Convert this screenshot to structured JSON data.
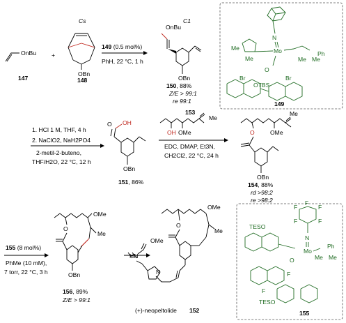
{
  "row1": {
    "comp147": {
      "substituent": "OnBu",
      "number": "147"
    },
    "plus": "+",
    "comp148": {
      "symmetry": "Cs",
      "substituent": "OBn",
      "number": "148"
    },
    "reagents": {
      "cat": "149",
      "loading": "(0.5 mol%)",
      "conditions": "PhH, 22 °C, 1 h"
    },
    "comp150": {
      "symmetry": "C1",
      "substituent_top": "OnBu",
      "substituent_bottom": "OBn",
      "number": "150",
      "yield": ", 88%",
      "ze": "Z/E > 99:1",
      "re": "re 99:1"
    },
    "cat149": {
      "N": "N",
      "Mo": "Mo",
      "Me1": "Me",
      "Me2": "Me",
      "O": "O",
      "Br1": "Br",
      "Br2": "Br",
      "OTBS": "OTBS",
      "Ph": "Ph",
      "Me3": "Me",
      "Me4": "Me",
      "number": "149"
    }
  },
  "row2": {
    "conditions": [
      "1. HCl 1 M, THF, 4 h",
      "2. NaClO2, NaH2PO4",
      "2-metil-2-buteno,",
      "THF/H2O, 22 °C, 12 h"
    ],
    "comp151": {
      "acid": "OH",
      "carbonyl": "O",
      "substituent": "OBn",
      "number": "151",
      "yield": ", 86%"
    },
    "comp153": {
      "number": "153",
      "OH": "OH",
      "OMe": "OMe",
      "Me": "Me"
    },
    "esterification": [
      "EDC, DMAP, Et3N,",
      "CH2Cl2, 22 °C, 24 h"
    ],
    "comp154": {
      "number": "154",
      "yield": ", 88%",
      "rd": "rd >98:2",
      "re": "re >98:2",
      "OMe": "OMe",
      "Me": "Me",
      "O": "O",
      "OBn": "OBn"
    }
  },
  "row3": {
    "reagents": {
      "cat": "155",
      "loading": "(8 mol%)",
      "solvent": "PhMe (10 mM),",
      "conditions": "7 torr, 22 °C, 3 h"
    },
    "comp156": {
      "number": "156",
      "yield": ", 89%",
      "ze": "Z/E > 99:1",
      "OMe": "OMe",
      "Me": "Me",
      "O": "O",
      "OBn": "OBn"
    },
    "neopeltolide": {
      "name": "(+)-neopeltolide",
      "number": "152",
      "OMe_top": "OMe",
      "Me": "Me",
      "OMe_carb": "OMe",
      "HN": "HN",
      "O": "O",
      "N": "N"
    },
    "cat155": {
      "F": "F",
      "TESO1": "TESO",
      "TESO2": "TESO",
      "Mo": "Mo",
      "N": "N",
      "Ph": "Ph",
      "Me1": "Me",
      "Me2": "Me",
      "O": "O",
      "number": "155"
    }
  },
  "colors": {
    "catalyst": "#1f6b22",
    "highlight": "#c0281f",
    "text": "#000000"
  }
}
